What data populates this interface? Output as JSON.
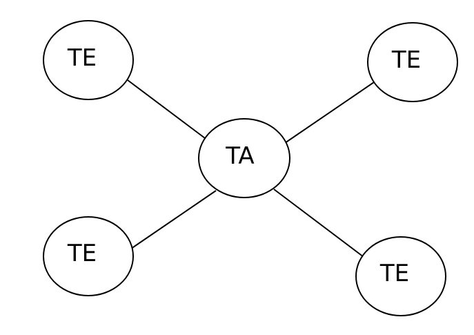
{
  "diagram": {
    "center": {
      "label": "TA"
    },
    "satellites": [
      {
        "label": "TE"
      },
      {
        "label": "TE"
      },
      {
        "label": "TE"
      },
      {
        "label": "TE"
      }
    ]
  },
  "colors": {
    "background": "#ffffff",
    "stroke": "#000000",
    "text": "#000000"
  }
}
